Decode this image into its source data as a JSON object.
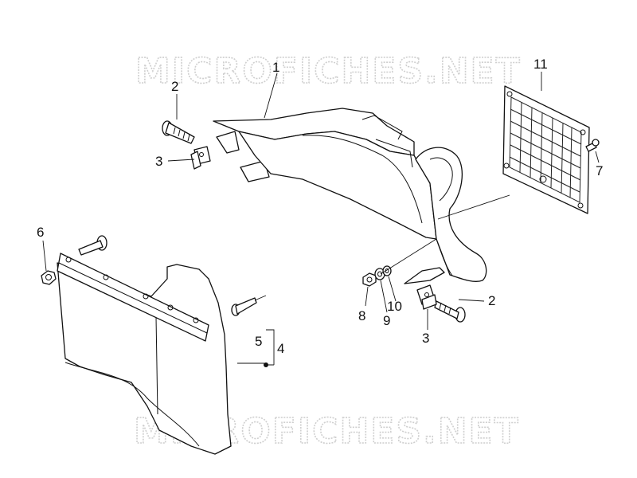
{
  "watermark": {
    "top": "MICROFICHES.NET",
    "bottom": "MICROFICHES.NET"
  },
  "callouts": [
    {
      "id": "1",
      "text": "1"
    },
    {
      "id": "2a",
      "text": "2"
    },
    {
      "id": "3a",
      "text": "3"
    },
    {
      "id": "6",
      "text": "6"
    },
    {
      "id": "11",
      "text": "11"
    },
    {
      "id": "7",
      "text": "7"
    },
    {
      "id": "2b",
      "text": "2"
    },
    {
      "id": "8",
      "text": "8"
    },
    {
      "id": "9",
      "text": "9"
    },
    {
      "id": "10",
      "text": "10"
    },
    {
      "id": "3b",
      "text": "3"
    },
    {
      "id": "5",
      "text": "5"
    },
    {
      "id": "4",
      "text": "4"
    }
  ]
}
